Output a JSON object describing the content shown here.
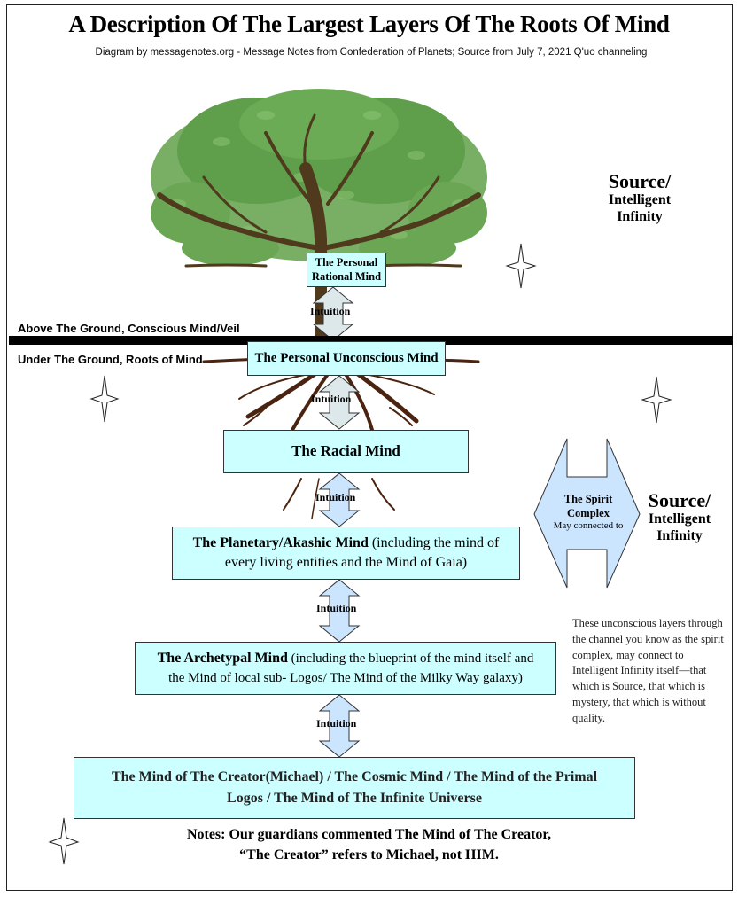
{
  "header": {
    "title": "A Description Of The Largest Layers Of The Roots Of Mind",
    "subtitle": "Diagram by messagenotes.org - Message Notes from Confederation of Planets; Source from July 7, 2021 Q'uo channeling"
  },
  "ground": {
    "above_label": "Above The Ground, Conscious Mind/Veil",
    "below_label": "Under The Ground, Roots of Mind"
  },
  "layers": [
    {
      "title_line1": "The Personal",
      "title_line2": "Rational Mind"
    },
    {
      "title": "The Personal Unconscious Mind"
    },
    {
      "title": "The Racial Mind"
    },
    {
      "title": "The Planetary/Akashic Mind",
      "detail_line1": " (including the mind of",
      "detail_line2": "every living entities and the Mind of Gaia)"
    },
    {
      "title": "The Archetypal Mind",
      "detail_line1": " (including the blueprint of the mind itself and",
      "detail_line2": "the Mind of local sub- Logos/ The Mind of the Milky Way galaxy)"
    },
    {
      "line1": "The Mind of The Creator(Michael) / The Cosmic Mind / The Mind of the Primal",
      "line2": "Logos / The Mind of The Infinite Universe"
    }
  ],
  "connectors": {
    "label": "Intuition"
  },
  "source_top": {
    "line1": "Source/",
    "line2": "Intelligent",
    "line3": "Infinity"
  },
  "spirit_complex": {
    "title_line1": "The Spirit",
    "title_line2": "Complex",
    "subtitle": "May connected to",
    "fill": "#cce5ff"
  },
  "source_right": {
    "line1": "Source/",
    "line2": "Intelligent",
    "line3": "Infinity"
  },
  "side_note": "These unconscious layers through the channel you know as the spirit complex, may connect to Intelligent Infinity itself—that which is Source, that which is mystery, that which is without quality.",
  "footnote": {
    "line1": "Notes: Our guardians commented The Mind of The Creator,",
    "line2": "“The Creator” refers to Michael, not HIM."
  },
  "colors": {
    "box_fill": "#ccffff",
    "arrow_fill_upper": "#dde8ea",
    "arrow_fill_lower": "#cce5ff",
    "leaf_green": "#5f9e4a",
    "trunk_brown": "#4f3a1e",
    "root_brown": "#4a2410"
  }
}
